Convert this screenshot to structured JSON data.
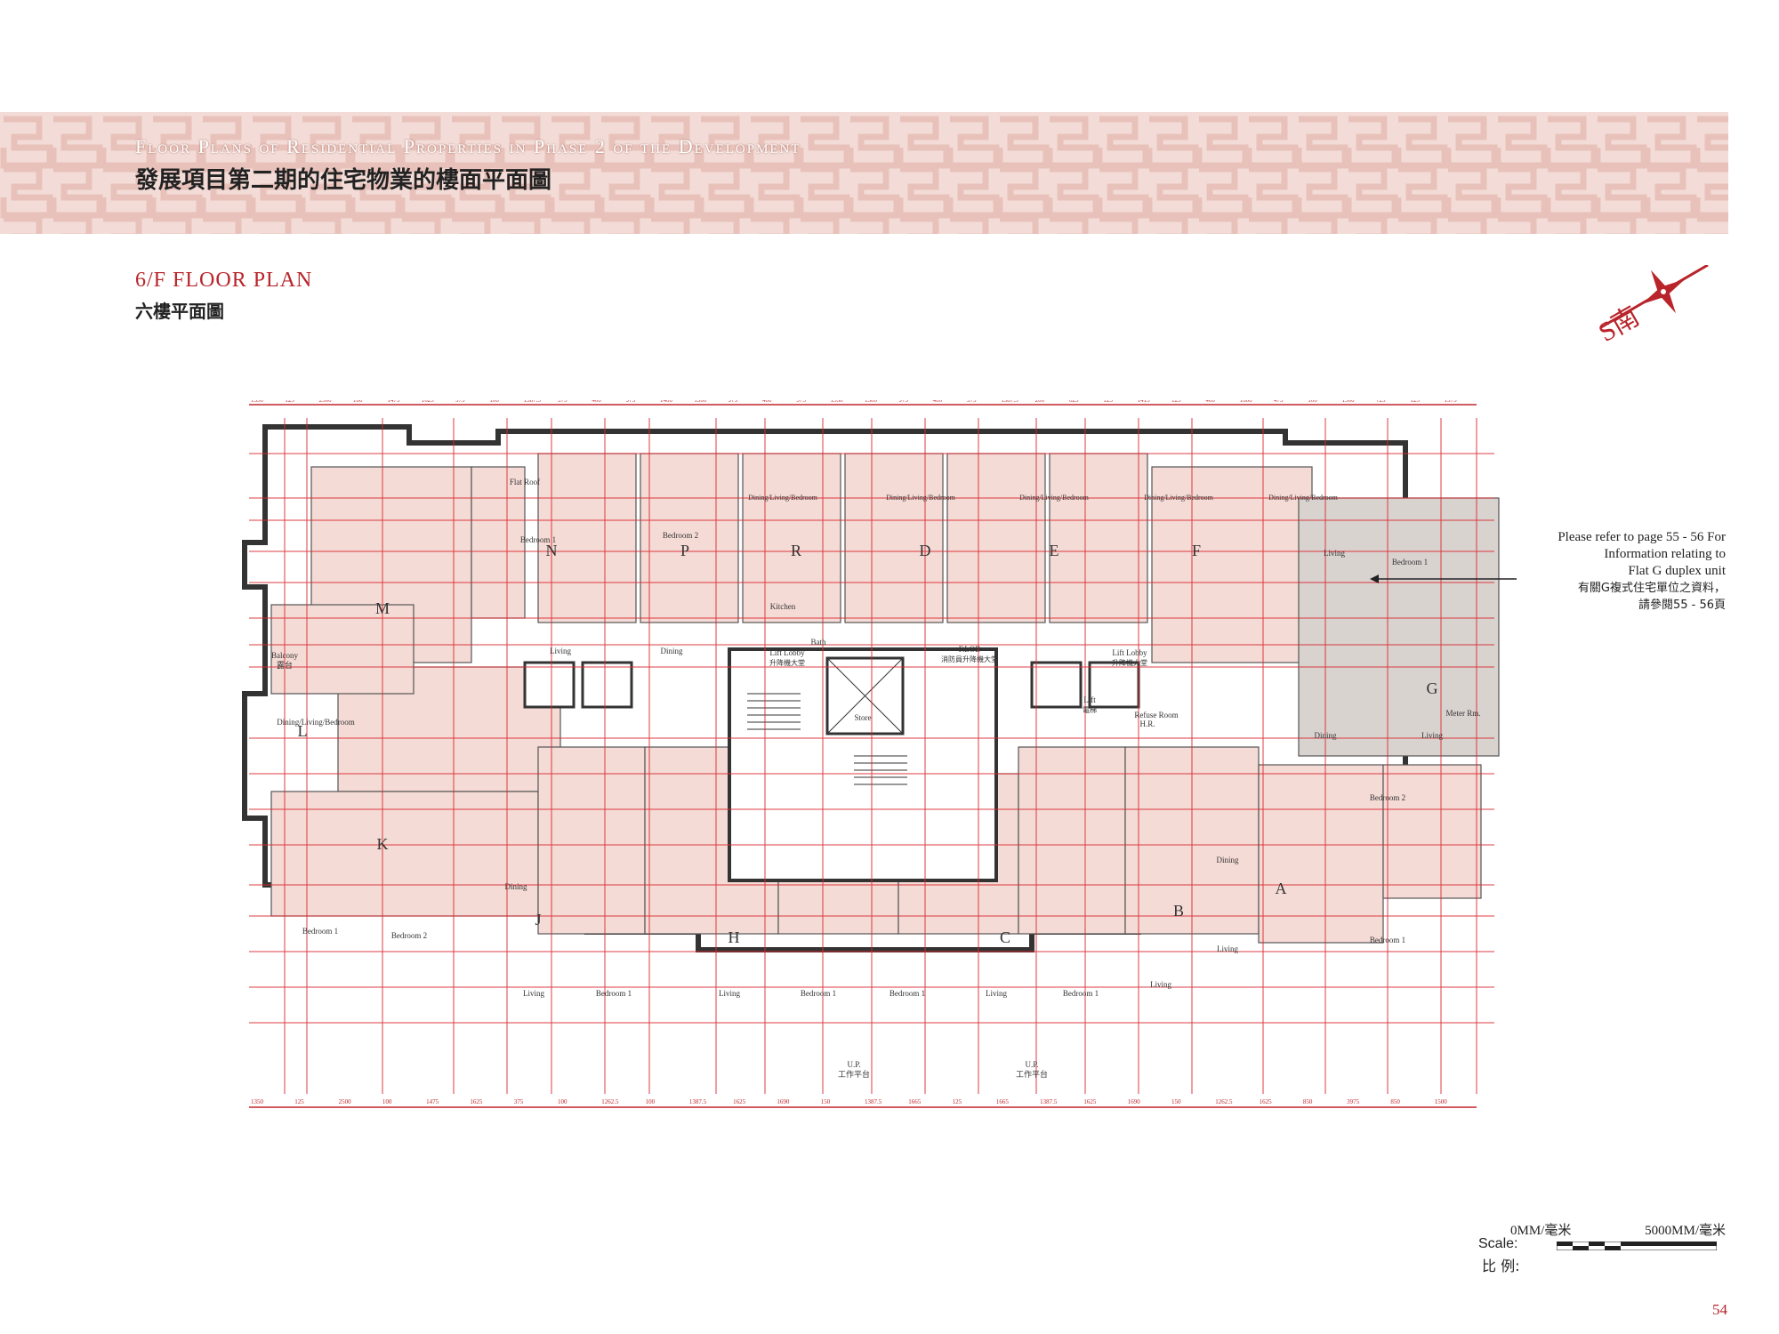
{
  "header": {
    "title_en": "Floor Plans of Residential Properties in Phase 2 of the Development",
    "title_zh": "發展項目第二期的住宅物業的樓面平面圖"
  },
  "section": {
    "title_en": "6/F FLOOR PLAN",
    "title_zh": "六樓平面圖"
  },
  "compass": {
    "label": "S南"
  },
  "note": {
    "en_lines": [
      "Please refer to page 55 - 56 For",
      "Information relating to",
      "Flat G duplex unit"
    ],
    "zh_lines": [
      "有關G複式住宅單位之資料，",
      "請參閱55 - 56頁"
    ]
  },
  "flats": [
    "M",
    "N",
    "P",
    "R",
    "D",
    "E",
    "F",
    "G",
    "L",
    "K",
    "J",
    "H",
    "C",
    "B",
    "A"
  ],
  "room_labels": {
    "dining_living_bedroom": "Dining/Living/Bedroom",
    "kitchen": "Kitchen",
    "bath": "Bath",
    "bedroom1": "Bedroom 1",
    "bedroom2": "Bedroom 2",
    "living": "Living",
    "dining": "Dining",
    "balcony": "Balcony",
    "balcony_zh": "露台",
    "up": "U.P.",
    "up_zh": "工作平台",
    "flat_roof": "Flat Roof",
    "lift_lobby": "Lift Lobby",
    "lift_lobby_zh": "升降機大堂",
    "lift": "Lift",
    "lift_zh": "電梯",
    "store": "Store",
    "refuse_room": "Refuse Room",
    "meter_rm": "Meter Rm.",
    "f_lob": "F.LOB",
    "f_lob_zh": "消防員升降機大堂",
    "hr": "H.R."
  },
  "dimensions_top": [
    "1350",
    "125",
    "2500",
    "100",
    "1475",
    "1625",
    "375",
    "100",
    "1387.5",
    "975",
    "400",
    "975",
    "1400",
    "1300",
    "975",
    "400",
    "975",
    "1550",
    "1300",
    "975",
    "400",
    "975",
    "1387.5",
    "200",
    "625",
    "125",
    "1415",
    "125",
    "400",
    "1600",
    "475",
    "100",
    "1500",
    "725",
    "125",
    "1975"
  ],
  "dimensions_bottom": [
    "1350",
    "125",
    "2500",
    "100",
    "1475",
    "1625",
    "375",
    "100",
    "1262.5",
    "100",
    "1387.5",
    "1625",
    "1690",
    "150",
    "1387.5",
    "1665",
    "125",
    "1665",
    "1387.5",
    "1625",
    "1690",
    "150",
    "1262.5",
    "1625",
    "850",
    "3975",
    "850",
    "1500"
  ],
  "scale": {
    "start": "0MM/毫米",
    "end": "5000MM/毫米",
    "label_en": "Scale:",
    "label_zh": "比 例:"
  },
  "page_number": "54",
  "colors": {
    "accent": "#b8242a",
    "banner": "#f3dcd7",
    "room_fill": "#f5dbd6"
  }
}
